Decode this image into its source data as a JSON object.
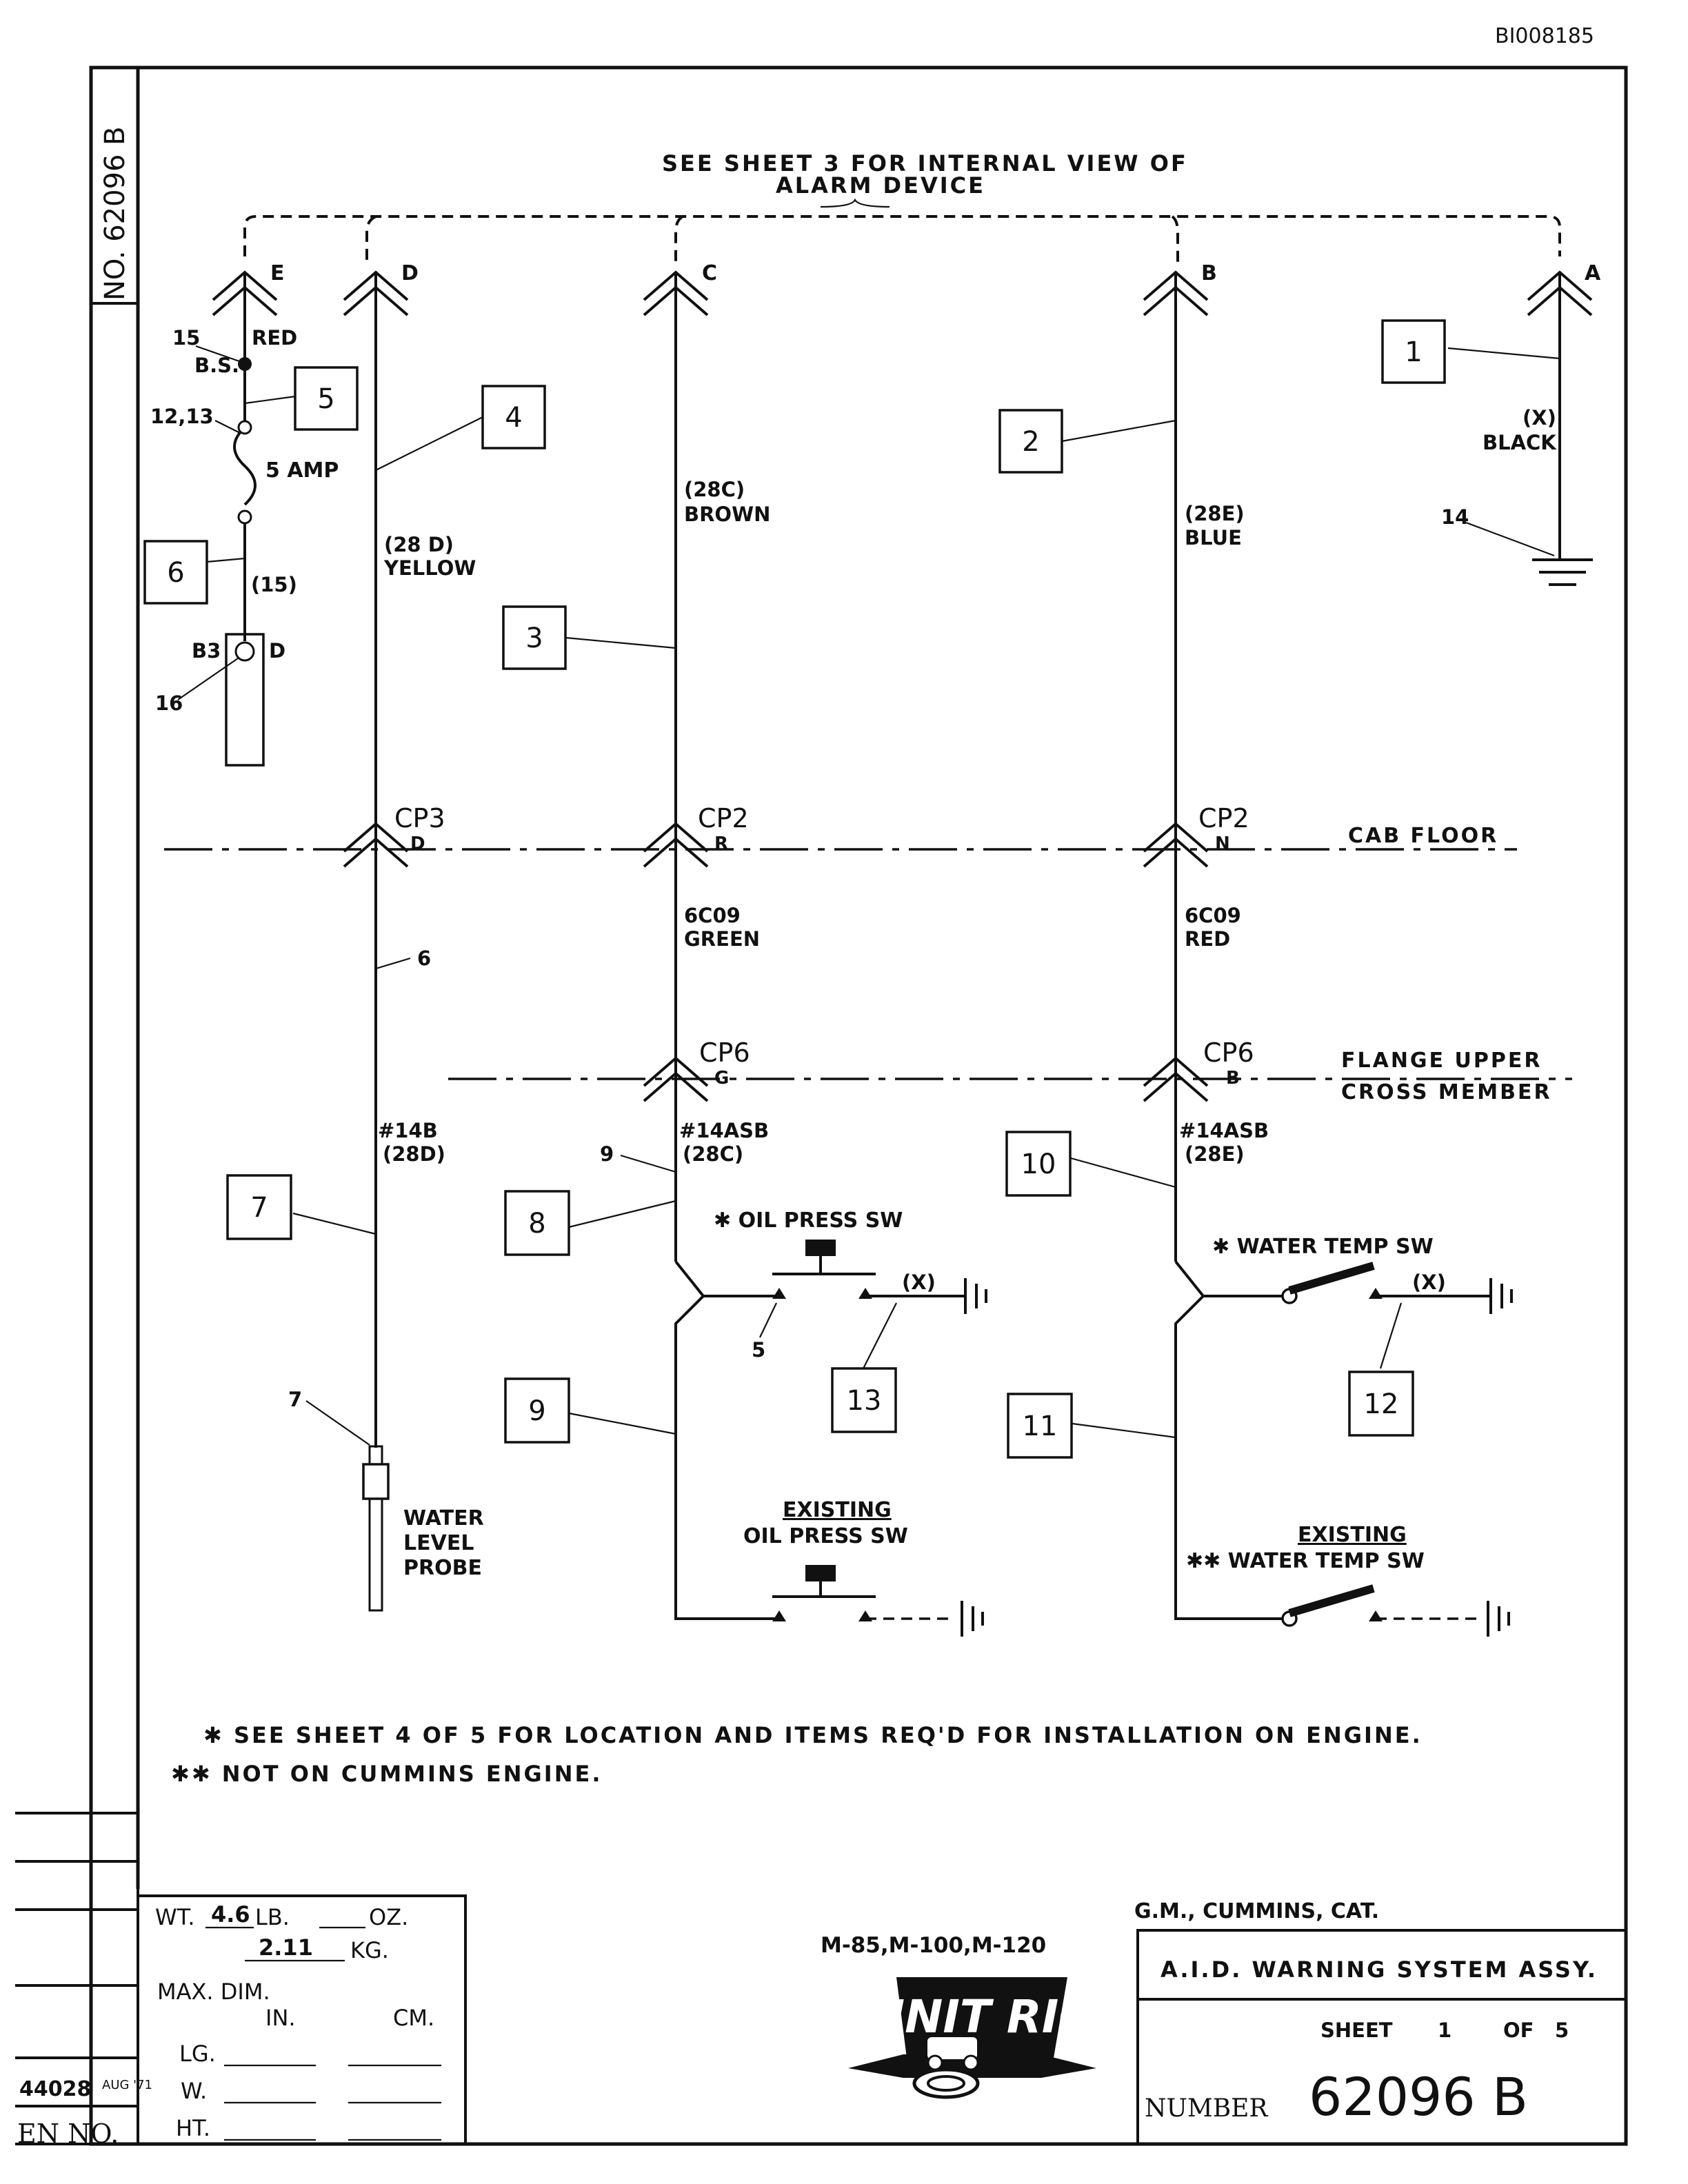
{
  "doc_id": "BI008185",
  "drawing_no_vertical": "NO. 62096 B",
  "header_note": [
    "SEE SHEET 3 FOR INTERNAL VIEW OF",
    "ALARM DEVICE"
  ],
  "terminals": {
    "E": "E",
    "D": "D",
    "C": "C",
    "B": "B",
    "A": "A"
  },
  "wires": {
    "e_color": "RED",
    "bs": "B.S.",
    "fuse": "5 AMP",
    "fuse_lead": "(15)",
    "b3": "B3",
    "b3_d": "D",
    "d_code": "(28 D)",
    "d_color": "YELLOW",
    "c_code": "(28C)",
    "c_color": "BROWN",
    "b_code": "(28E)",
    "b_color": "BLUE",
    "a_code": "(X)",
    "a_color": "BLACK"
  },
  "callouts": {
    "n15": "15",
    "n1213": "12,13",
    "n16": "16",
    "n14": "14",
    "n6": "6",
    "n9": "9",
    "n5": "5",
    "n7": "7"
  },
  "boxes": [
    "1",
    "2",
    "3",
    "4",
    "5",
    "6",
    "7",
    "8",
    "9",
    "10",
    "11",
    "12",
    "13"
  ],
  "connectors": {
    "cp3": "CP3",
    "cp3_pin": "D",
    "cp2c": "CP2",
    "cp2c_pin": "R",
    "cp2b": "CP2",
    "cp2b_pin": "N",
    "cp6c": "CP6",
    "cp6c_pin": "G",
    "cp6b": "CP6",
    "cp6b_pin": "B"
  },
  "planes": {
    "cab_floor": "CAB FLOOR",
    "flange_1": "FLANGE UPPER",
    "flange_2": "CROSS MEMBER"
  },
  "harness": {
    "c_mid_code": "6C09",
    "c_mid_color": "GREEN",
    "b_mid_code": "6C09",
    "b_mid_color": "RED",
    "d_low_1": "#14B",
    "d_low_2": "(28D)",
    "c_low_1": "#14ASB",
    "c_low_2": "(28C)",
    "b_low_1": "#14ASB",
    "b_low_2": "(28E)"
  },
  "switches": {
    "oil": "✱ OIL PRESS SW",
    "oil_x": "(X)",
    "water": "✱ WATER TEMP SW",
    "water_x": "(X)",
    "existing": "EXISTING",
    "existing_oil": "OIL PRESS SW",
    "existing_water": "✱✱ WATER TEMP SW"
  },
  "probe": [
    "WATER",
    "LEVEL",
    "PROBE"
  ],
  "notes": [
    "✱ SEE SHEET 4 OF 5 FOR LOCATION AND ITEMS REQ'D FOR INSTALLATION ON ENGINE.",
    "✱✱ NOT ON CUMMINS ENGINE."
  ],
  "title_block": {
    "wt_prefix": "WT.",
    "wt_lb_val": "4.6",
    "wt_lb": "LB.",
    "wt_oz": "OZ.",
    "wt_kg_val": "2.11",
    "wt_kg": "KG.",
    "max_dim": "MAX. DIM.",
    "in": "IN.",
    "cm": "CM.",
    "lg": "LG.",
    "w": "W.",
    "ht": "HT.",
    "models": "M-85,M-100,M-120",
    "logo": "UNIT RIG",
    "applies": "G.M., CUMMINS, CAT.",
    "title": "A.I.D. WARNING SYSTEM ASSY.",
    "sheet_label": "SHEET",
    "sheet_no": "1",
    "of": "OF",
    "sheet_total": "5",
    "number_label": "NUMBER",
    "number": "62096 B",
    "left_code": "44028",
    "left_date": "AUG '71",
    "en_no": "EN NO."
  }
}
